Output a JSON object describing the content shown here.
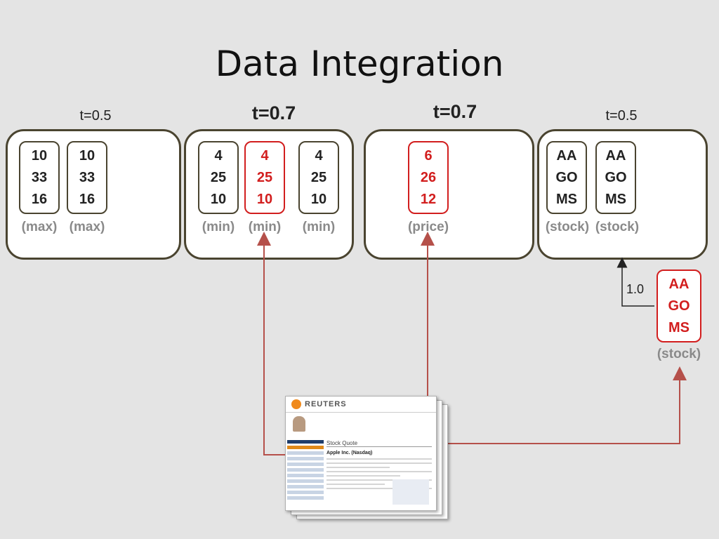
{
  "title": "Data Integration",
  "groups": [
    {
      "threshold": "t=0.5",
      "threshold_emphasis": false,
      "sources": [
        {
          "values": [
            "10",
            "33",
            "16"
          ],
          "label": "(max)",
          "highlighted": false
        },
        {
          "values": [
            "10",
            "33",
            "16"
          ],
          "label": "(max)",
          "highlighted": false
        }
      ]
    },
    {
      "threshold": "t=0.7",
      "threshold_emphasis": true,
      "sources": [
        {
          "values": [
            "4",
            "25",
            "10"
          ],
          "label": "(min)",
          "highlighted": false
        },
        {
          "values": [
            "4",
            "25",
            "10"
          ],
          "label": "(min)",
          "highlighted": true
        },
        {
          "values": [
            "4",
            "25",
            "10"
          ],
          "label": "(min)",
          "highlighted": false
        }
      ]
    },
    {
      "threshold": "t=0.7",
      "threshold_emphasis": true,
      "sources": [
        {
          "values": [
            "6",
            "26",
            "12"
          ],
          "label": "(price)",
          "highlighted": true
        }
      ]
    },
    {
      "threshold": "t=0.5",
      "threshold_emphasis": false,
      "sources": [
        {
          "values": [
            "AA",
            "GO",
            "MS"
          ],
          "label": "(stock)",
          "highlighted": false
        },
        {
          "values": [
            "AA",
            "GO",
            "MS"
          ],
          "label": "(stock)",
          "highlighted": false
        }
      ]
    }
  ],
  "new_source": {
    "values": [
      "AA",
      "GO",
      "MS"
    ],
    "label": "(stock)",
    "highlighted": true
  },
  "edge_weight": "1.0",
  "webpage": {
    "brand": "REUTERS",
    "section": "Stock Quote",
    "company": "Apple Inc. (Nasdaq)"
  },
  "colors": {
    "highlight": "#d21e1e",
    "arrow": "#b5504a",
    "box_border": "#4a4430"
  }
}
